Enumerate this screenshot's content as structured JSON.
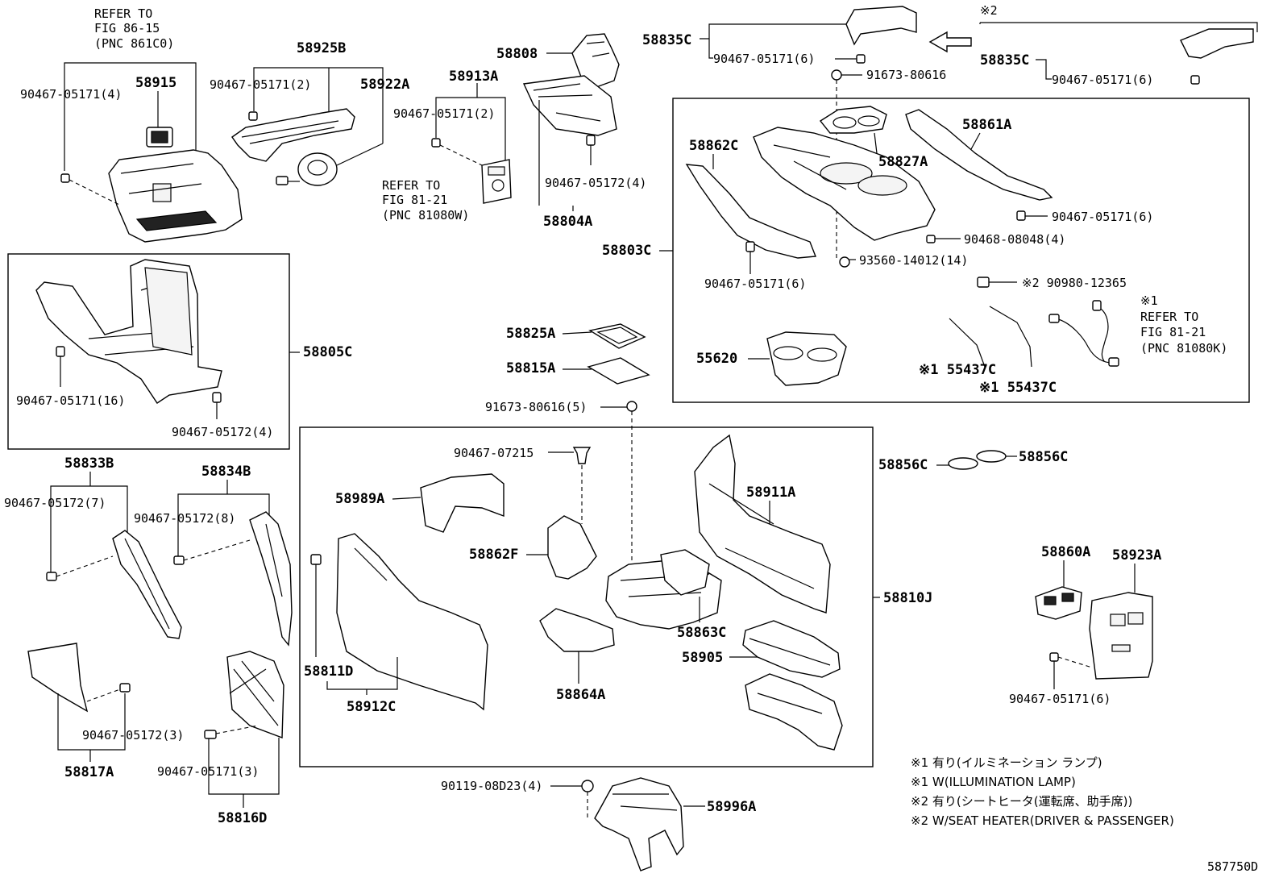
{
  "diagram_id": "587750D",
  "labels": {
    "refer_86_15_a": "REFER TO",
    "refer_86_15_b": "FIG 86-15",
    "refer_86_15_c": "(PNC 861C0)",
    "p58915": "58915",
    "c90467_05171_4": "90467-05171(4)",
    "p58925B": "58925B",
    "c90467_05171_2a": "90467-05171(2)",
    "p58922A": "58922A",
    "refer_81_21_a": "REFER TO",
    "refer_81_21_b": "FIG 81-21",
    "refer_81_21_c": "(PNC 81080W)",
    "p58913A": "58913A",
    "c90467_05171_2b": "90467-05171(2)",
    "p58808": "58808",
    "c90467_05172_4a": "90467-05172(4)",
    "p58804A": "58804A",
    "p58835C_a": "58835C",
    "c90467_05171_6a": "90467-05171(6)",
    "c91673_80616": "91673-80616",
    "note2_top": "※2",
    "p58835C_b": "58835C",
    "c90467_05171_6b": "90467-05171(6)",
    "p58862C": "58862C",
    "p58827A": "58827A",
    "p58861A": "58861A",
    "c90467_05171_6c": "90467-05171(6)",
    "c90468_08048_4": "90468-08048(4)",
    "p58803C": "58803C",
    "c93560_14012_14": "93560-14012(14)",
    "c90467_05171_6d": "90467-05171(6)",
    "c90980_12365": "※2 90980-12365",
    "note1_refer": "※1",
    "refer_81080K_a": "REFER TO",
    "refer_81080K_b": "FIG 81-21",
    "refer_81080K_c": "(PNC 81080K)",
    "p55620": "55620",
    "p55437C_a": "※1 55437C",
    "p55437C_b": "※1 55437C",
    "p58825A": "58825A",
    "p58815A": "58815A",
    "c91673_80616_5": "91673-80616(5)",
    "p58805C": "58805C",
    "c90467_05171_16": "90467-05171(16)",
    "c90467_05172_4b": "90467-05172(4)",
    "p58833B": "58833B",
    "c90467_05172_7": "90467-05172(7)",
    "p58834B": "58834B",
    "c90467_05172_8": "90467-05172(8)",
    "c90467_07215": "90467-07215",
    "p58989A": "58989A",
    "p58862F": "58862F",
    "p58911A": "58911A",
    "p58856C_a": "58856C",
    "p58856C_b": "58856C",
    "p58860A": "58860A",
    "p58923A": "58923A",
    "p58810J": "58810J",
    "p58811D": "58811D",
    "p58912C": "58912C",
    "p58864A": "58864A",
    "p58863C": "58863C",
    "p58905": "58905",
    "c90467_05171_6e": "90467-05171(6)",
    "c90467_05172_3": "90467-05172(3)",
    "p58817A": "58817A",
    "c90467_05171_3": "90467-05171(3)",
    "p58816D": "58816D",
    "c90119_08D23_4": "90119-08D23(4)",
    "p58996A": "58996A"
  },
  "legend": [
    "※1  有り(イルミネーション ランプ)",
    "※1  W(ILLUMINATION LAMP)",
    "※2  有り(シートヒータ(運転席、助手席))",
    "※2  W/SEAT HEATER(DRIVER & PASSENGER)"
  ]
}
